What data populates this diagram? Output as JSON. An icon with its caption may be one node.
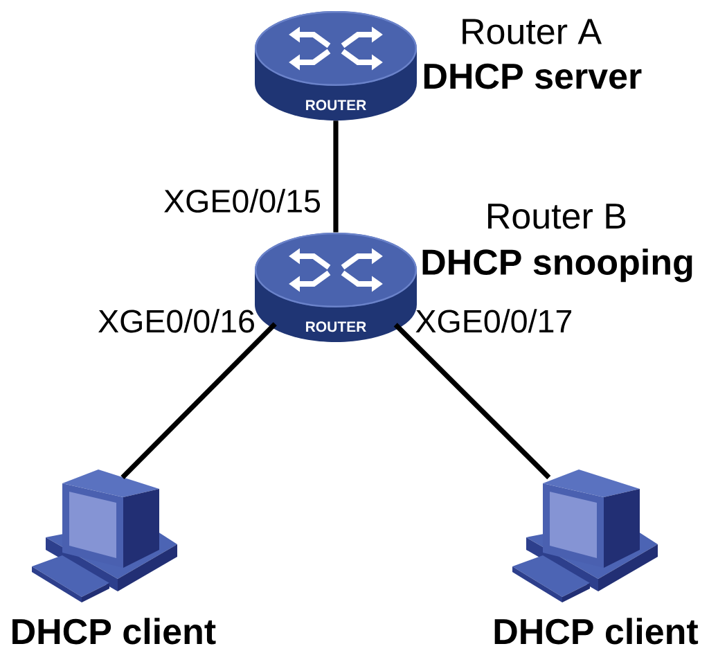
{
  "diagram": {
    "nodes": [
      {
        "text": [
          "ROUTER"
        ],
        "beside": [
          "Router A",
          "DHCP server"
        ]
      },
      {
        "text": [
          "ROUTER"
        ],
        "beside": [
          "Router B",
          "DHCP snooping"
        ]
      },
      {
        "text": [],
        "shape": "picture",
        "beside": [
          "DHCP client"
        ]
      },
      {
        "text": [],
        "shape": "picture",
        "beside": [
          "DHCP client"
        ]
      }
    ],
    "edges": [
      {
        "from": 0,
        "to": 1,
        "arrow": "none",
        "label": "XGE0/0/15"
      },
      {
        "from": 1,
        "to": 2,
        "arrow": "none",
        "label": "XGE0/0/16"
      },
      {
        "from": 1,
        "to": 3,
        "arrow": "none",
        "label": "XGE0/0/17"
      }
    ]
  }
}
